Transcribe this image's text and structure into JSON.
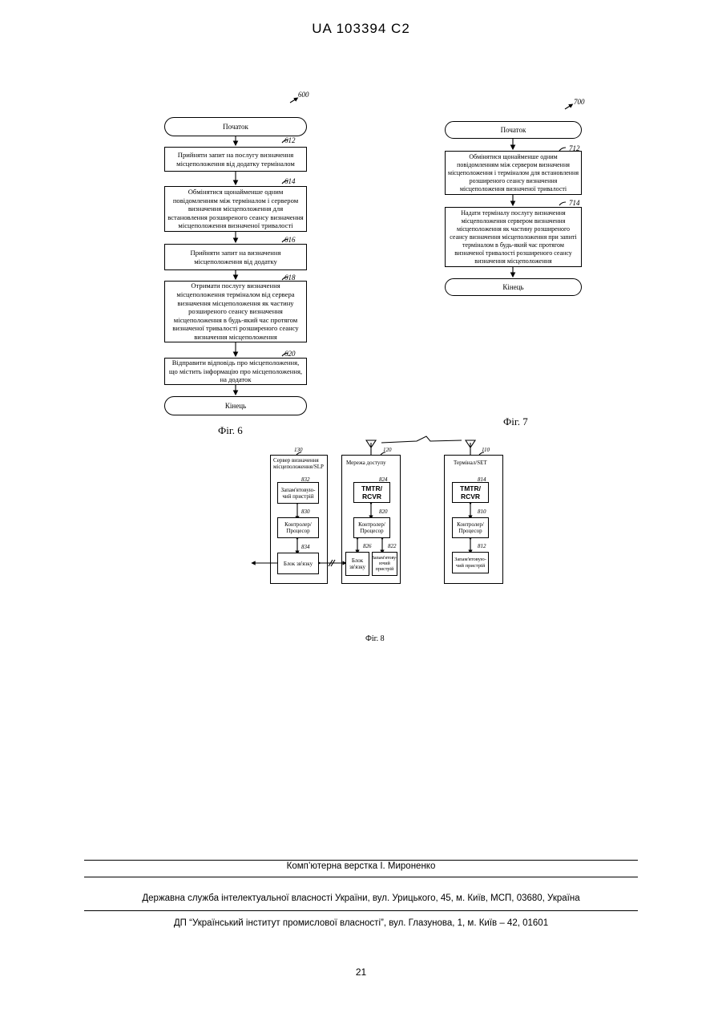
{
  "header": {
    "doc_number": "UA   103394   C2"
  },
  "fig6": {
    "ref": "600",
    "start": "Початок",
    "steps": [
      {
        "ref": "612",
        "text": "Прийняти запит на послугу визначення місцеположення від додатку терміналом"
      },
      {
        "ref": "614",
        "text": "Обмінятися щонайменше одним повідомленням між терміналом і сервером визначення місцеположення для встановлення розширеного сеансу визначення місцеположення визначеної тривалості"
      },
      {
        "ref": "616",
        "text": "Прийняти запит на визначення місцеположення від додатку"
      },
      {
        "ref": "618",
        "text": "Отримати послугу визначення місцеположення терміналом від сервера визначення місцеположення як частину розширеного сеансу визначення місцеположення в будь-який час протягом визначеної тривалості розширеного сеансу визначення місцеположення"
      },
      {
        "ref": "620",
        "text": "Відправити відповідь про місцеположення, що містить інформацію про місцеположення, на додаток"
      }
    ],
    "end": "Кінець",
    "caption": "Фіг. 6"
  },
  "fig7": {
    "ref": "700",
    "start": "Початок",
    "steps": [
      {
        "ref": "712",
        "text": "Обмінятися щонайменше одним повідомленням між сервером визначення місцеположення і терміналом для встановлення розширеного сеансу визначення місцеположення визначеної тривалості"
      },
      {
        "ref": "714",
        "text": "Надати терміналу послугу визначення місцеположення сервером визначення місцеположення як частину розширеного сеансу визначення місцеположення при запиті терміналом в будь-який час протягом визначеної тривалості розширеного сеансу визначення місцеположення"
      }
    ],
    "end": "Кінець",
    "caption": "Фіг. 7"
  },
  "fig8": {
    "server": {
      "ref": "130",
      "title": "Сервер визначення місцеположення/SLP",
      "memory": {
        "ref": "832",
        "text": "Запам'ятовую-чий пристрій"
      },
      "controller": {
        "ref": "830",
        "text": "Контролер/ Процесор"
      },
      "comm": {
        "ref": "834",
        "text": "Блок зв'язку"
      }
    },
    "network": {
      "ref": "120",
      "title": "Мережа доступу",
      "tmtr": {
        "ref": "824",
        "text": "TMTR/ RCVR"
      },
      "controller": {
        "ref": "820",
        "text": "Контролер/ Процесор"
      },
      "comm": {
        "ref": "826",
        "text": "Блок зв'язку"
      },
      "memory": {
        "ref": "822",
        "text": "Запам'ятову-ючий пристрій"
      }
    },
    "terminal": {
      "ref": "110",
      "title": "Термінал/SET",
      "tmtr": {
        "ref": "814",
        "text": "TMTR/ RCVR"
      },
      "controller": {
        "ref": "810",
        "text": "Контролер/ Процесор"
      },
      "memory": {
        "ref": "812",
        "text": "Запам'ятовую-чий пристрій"
      }
    },
    "caption": "Фіг. 8"
  },
  "footer": {
    "layout": "Комп’ютерна верстка І. Мироненко",
    "agency": "Державна служба інтелектуальної власності України, вул. Урицького, 45, м. Київ, МСП, 03680, Україна",
    "institute": "ДП “Український інститут промислової власності”, вул. Глазунова, 1, м. Київ – 42, 01601",
    "page": "21"
  }
}
